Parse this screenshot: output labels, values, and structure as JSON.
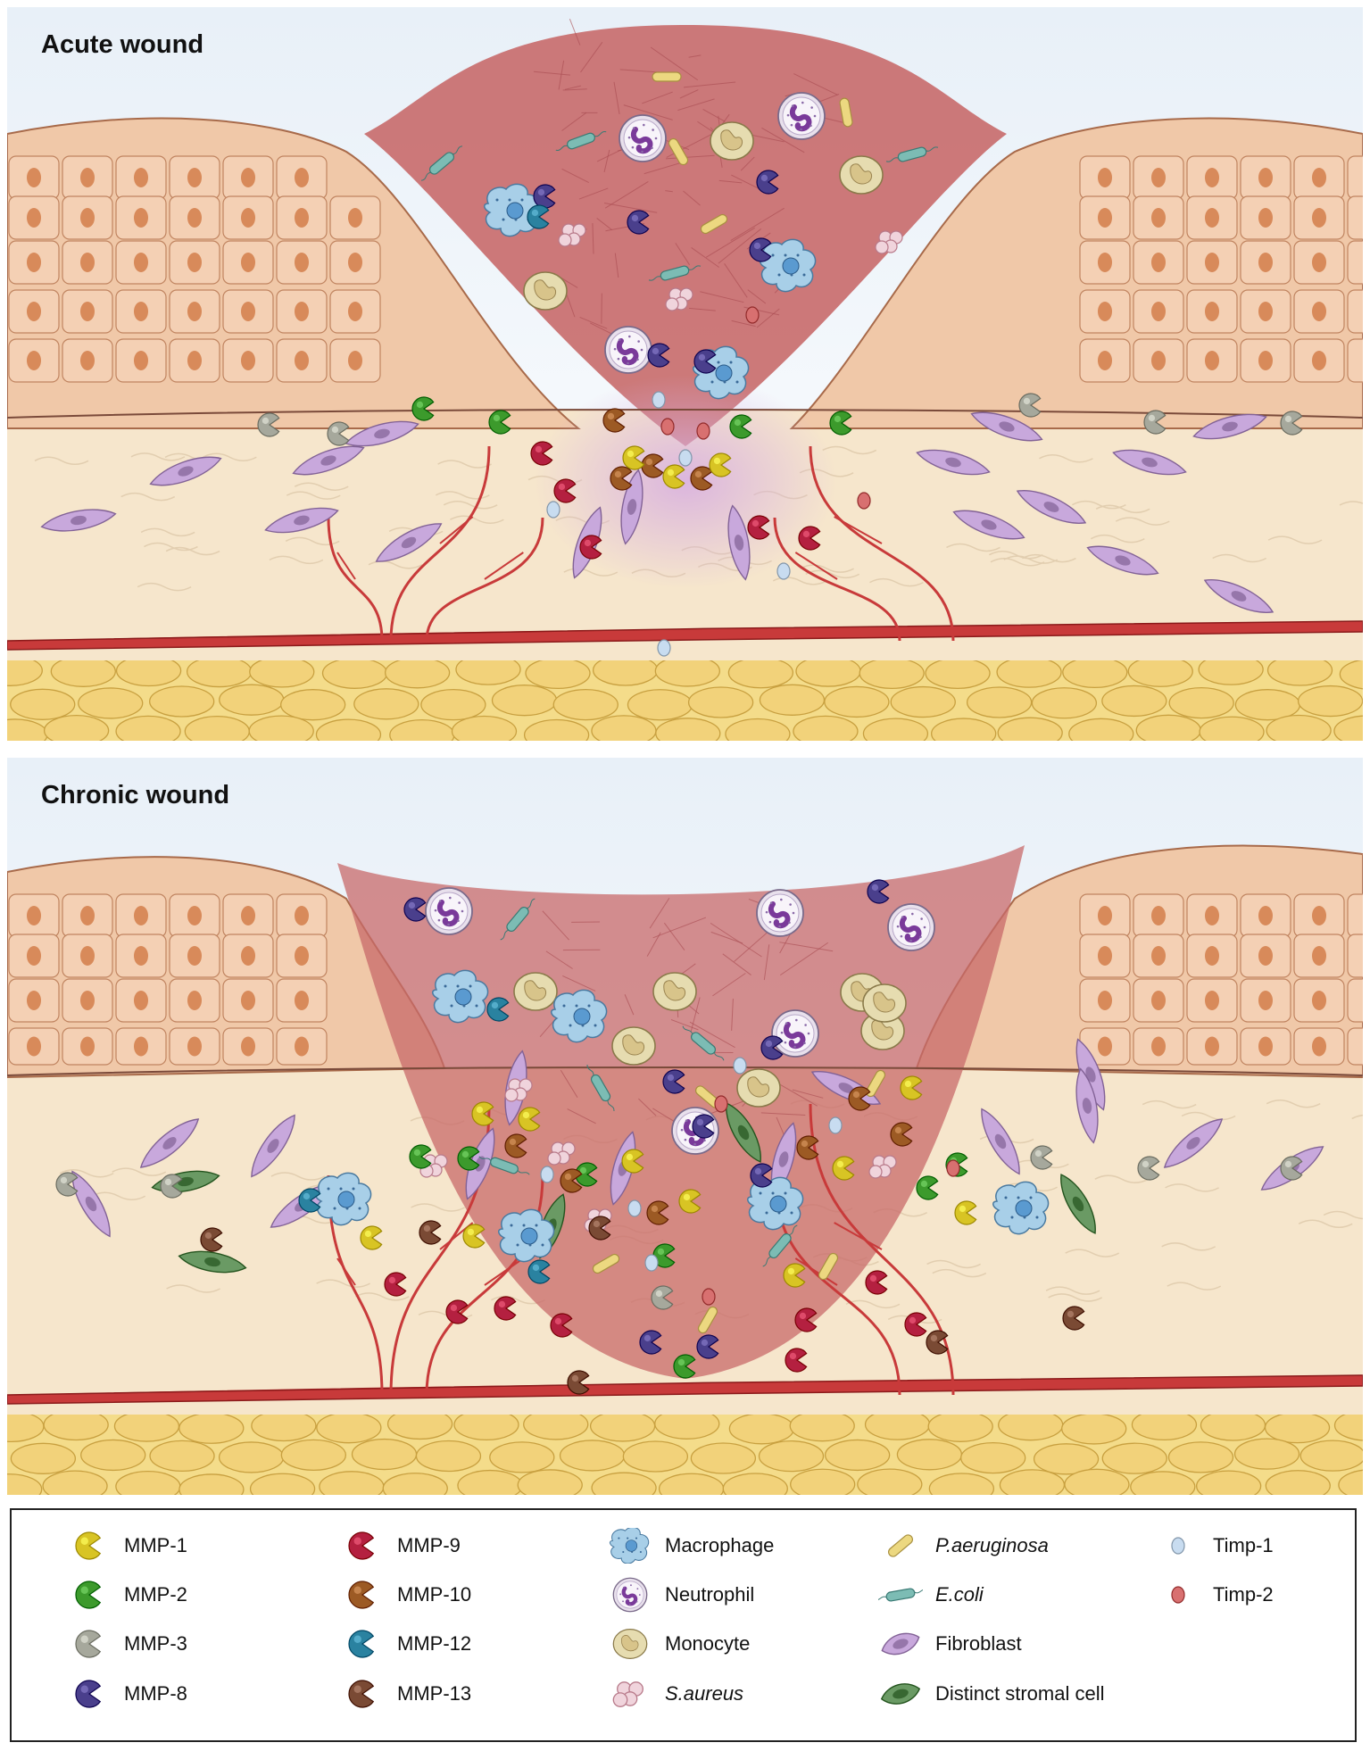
{
  "panels": {
    "acute": {
      "title": "Acute wound"
    },
    "chronic": {
      "title": "Chronic wound"
    }
  },
  "colors": {
    "mmp1": "#d8c424",
    "mmp2": "#3c9a2c",
    "mmp3": "#a6a89c",
    "mmp8": "#4a3f8c",
    "mmp9": "#b42040",
    "mmp10": "#9c5a24",
    "mmp12": "#2a82a0",
    "mmp13": "#7a4a34",
    "macrophage": "#a8cfe8",
    "neutrophil": "#e8e0ec",
    "monocyte": "#e6dcb0",
    "saureus": "#f0d4dc",
    "paeruginosa": "#ecd880",
    "ecoli": "#7cbcb4",
    "fibroblast": "#c8a8dc",
    "stromal": "#6a9a64",
    "timp1": "#c8dcf0",
    "timp2": "#d87070",
    "skin": "#f0c8a8",
    "dermis": "#f6e6cc",
    "fat": "#f2d27a",
    "vessel": "#c83a3a",
    "wound": "#c86a6a"
  },
  "legend": {
    "items": [
      {
        "key": "mmp1",
        "label": "MMP-1",
        "italic": false
      },
      {
        "key": "mmp2",
        "label": "MMP-2",
        "italic": false
      },
      {
        "key": "mmp3",
        "label": "MMP-3",
        "italic": false
      },
      {
        "key": "mmp8",
        "label": "MMP-8",
        "italic": false
      },
      {
        "key": "mmp9",
        "label": "MMP-9",
        "italic": false
      },
      {
        "key": "mmp10",
        "label": "MMP-10",
        "italic": false
      },
      {
        "key": "mmp12",
        "label": "MMP-12",
        "italic": false
      },
      {
        "key": "mmp13",
        "label": "MMP-13",
        "italic": false
      },
      {
        "key": "macrophage",
        "label": "Macrophage",
        "italic": false
      },
      {
        "key": "neutrophil",
        "label": "Neutrophil",
        "italic": false
      },
      {
        "key": "monocyte",
        "label": "Monocyte",
        "italic": false
      },
      {
        "key": "saureus",
        "label": "S.aureus",
        "italic": true
      },
      {
        "key": "paeruginosa",
        "label": "P.aeruginosa",
        "italic": true
      },
      {
        "key": "ecoli",
        "label": "E.coli",
        "italic": true
      },
      {
        "key": "fibroblast",
        "label": "Fibroblast",
        "italic": false
      },
      {
        "key": "stromal",
        "label": "Distinct stromal cell",
        "italic": false
      },
      {
        "key": "timp1",
        "label": "Timp-1",
        "italic": false
      },
      {
        "key": "timp2",
        "label": "Timp-2",
        "italic": false
      }
    ]
  },
  "icons": {
    "mmp": "pacman-enzyme",
    "macrophage": "amoeboid-cell",
    "neutrophil": "multilobed-cell",
    "monocyte": "kidney-nucleus-cell",
    "saureus": "cocci-cluster",
    "paeruginosa": "rod-bacterium",
    "ecoli": "flagellated-rod",
    "fibroblast": "spindle-cell",
    "stromal": "spindle-cell-green",
    "timp": "oval-inhibitor"
  }
}
